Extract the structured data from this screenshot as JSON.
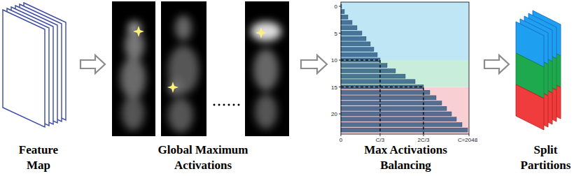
{
  "diagram": {
    "nodes": [
      {
        "text": [
          "Feature Map"
        ]
      },
      {
        "text": [
          "Global Maximum Activations"
        ]
      },
      {
        "text": [
          "Max Activations Balancing"
        ]
      },
      {
        "text": [
          "Split Partitions"
        ]
      }
    ],
    "edges": [
      {
        "from": 0,
        "to": 1,
        "arrow": "to"
      },
      {
        "from": 1,
        "to": 2,
        "arrow": "to"
      },
      {
        "from": 2,
        "to": 3,
        "arrow": "to"
      }
    ],
    "labels": [
      "0",
      "5",
      "10",
      "15",
      "20",
      "0",
      "C/3",
      "2C/3",
      "C=2048"
    ]
  }
}
